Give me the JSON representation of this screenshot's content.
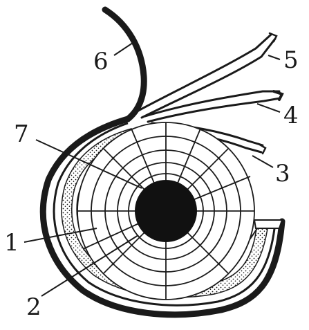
{
  "labels": {
    "l1": "1",
    "l2": "2",
    "l3": "3",
    "l4": "4",
    "l5": "5",
    "l6": "6",
    "l7": "7"
  },
  "colors": {
    "ink": "#1a1a1a",
    "core": "#111111",
    "background": "#ffffff"
  }
}
